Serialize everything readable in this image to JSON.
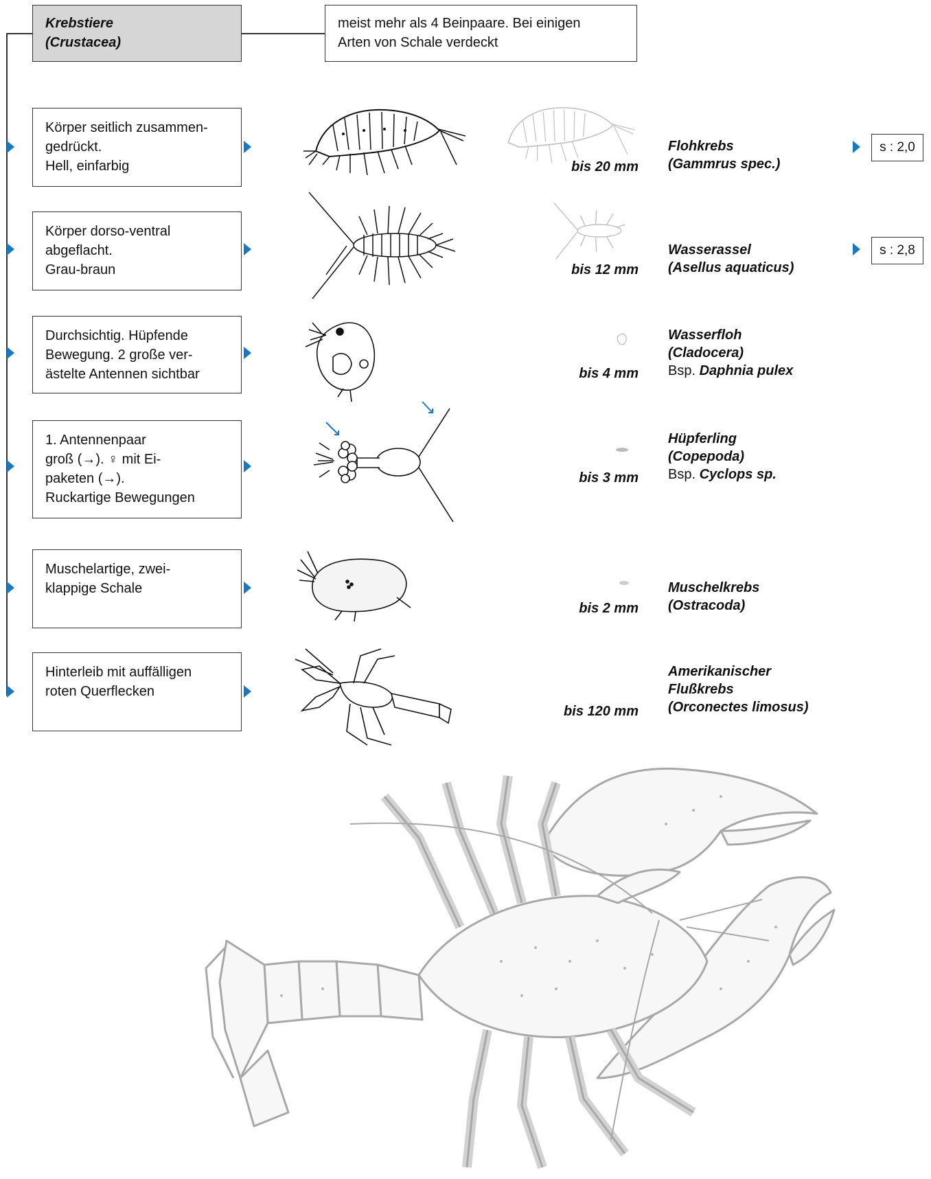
{
  "header": {
    "title": "Krebstiere",
    "subtitle": "(Crustacea)",
    "note_line1": "meist mehr als 4 Beinpaare. Bei einigen",
    "note_line2": "Arten von Schale verdeckt"
  },
  "rows": [
    {
      "key_lines": [
        "Körper seitlich zusammen-",
        "gedrückt.",
        "Hell, einfarbig"
      ],
      "size": "bis 20 mm",
      "name": "Flohkrebs",
      "latin": "(Gammrus spec.)",
      "code": "s : 2,0"
    },
    {
      "key_lines": [
        "Körper dorso-ventral",
        "abgeflacht.",
        "Grau-braun"
      ],
      "size": "bis 12 mm",
      "name": "Wasserassel",
      "latin": "(Asellus aquaticus)",
      "code": "s : 2,8"
    },
    {
      "key_lines": [
        "Durchsichtig. Hüpfende",
        "Bewegung. 2 große ver-",
        "ästelte Antennen sichtbar"
      ],
      "size": "bis 4 mm",
      "name": "Wasserfloh",
      "latin": "(Cladocera)",
      "example_prefix": "Bsp.",
      "example": "Daphnia pulex"
    },
    {
      "key_lines": [
        "1. Antennenpaar",
        "groß (→). ♀ mit Ei-",
        "paketen (→).",
        "Ruckartige Bewegungen"
      ],
      "size": "bis 3 mm",
      "name": "Hüpferling",
      "latin": "(Copepoda)",
      "example_prefix": "Bsp.",
      "example": "Cyclops sp."
    },
    {
      "key_lines": [
        "Muschelartige, zwei-",
        "klappige Schale"
      ],
      "size": "bis 2 mm",
      "name": "Muschelkrebs",
      "latin": "(Ostracoda)"
    },
    {
      "key_lines": [
        "Hinterleib mit auffälligen",
        "roten Querflecken"
      ],
      "size": "bis 120 mm",
      "name": "Amerikanischer",
      "name2": "Flußkrebs",
      "latin": "(Orconectes limosus)"
    }
  ],
  "colors": {
    "accent": "#1a78c2",
    "header_fill": "#d6d6d6",
    "illustration_gray": "#a8a8a8"
  },
  "icons": [
    "play-triangle-icon",
    "arrow-icon"
  ]
}
